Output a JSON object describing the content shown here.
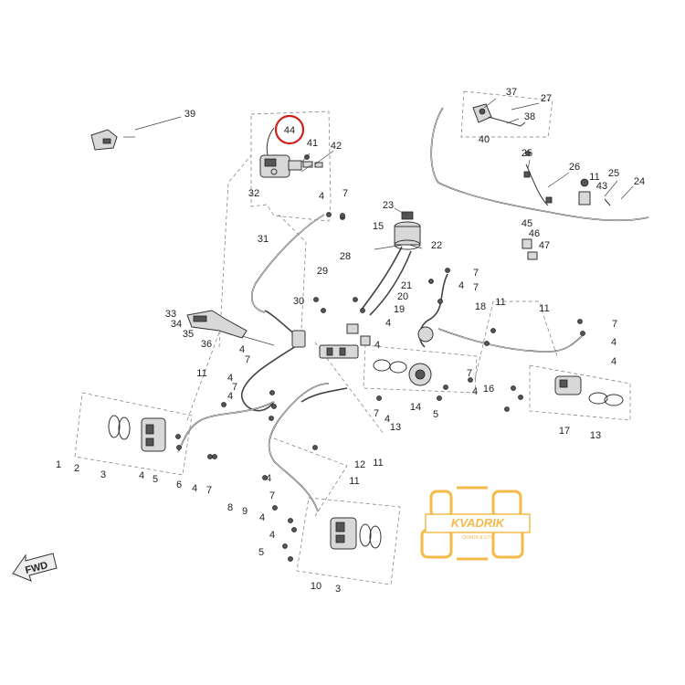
{
  "highlight": {
    "label": "44",
    "color": "#d0201c"
  },
  "callouts": [
    "1",
    "2",
    "3",
    "4",
    "5",
    "6",
    "7",
    "8",
    "9",
    "10",
    "11",
    "12",
    "13",
    "14",
    "15",
    "16",
    "17",
    "18",
    "19",
    "20",
    "21",
    "22",
    "23",
    "24",
    "25",
    "26",
    "27",
    "28",
    "29",
    "30",
    "31",
    "32",
    "33",
    "34",
    "35",
    "36",
    "37",
    "38",
    "39",
    "40",
    "41",
    "42",
    "43",
    "45",
    "46",
    "47"
  ],
  "fwd": {
    "label": "FWD"
  },
  "logo": {
    "brand": "KVADRIK",
    "tagline": "QUADS & UTV",
    "color": "#f5b335"
  }
}
